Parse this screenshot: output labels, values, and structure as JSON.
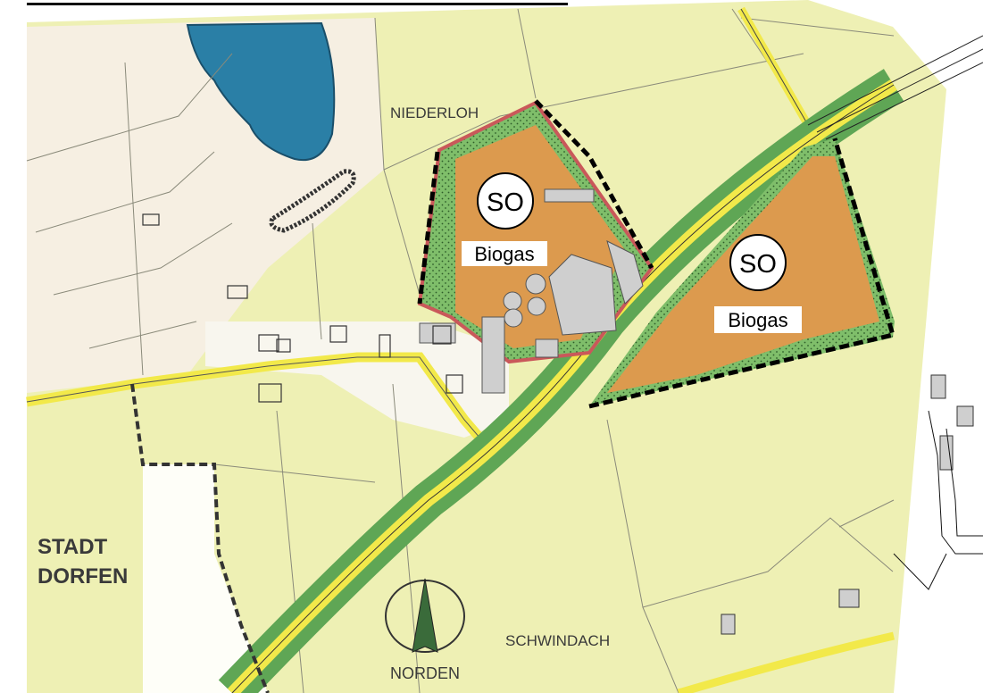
{
  "map": {
    "labels": {
      "niederloh": "NIEDERLOH",
      "stadt": "STADT",
      "dorfen": "DORFEN",
      "schwindach": "SCHWINDACH",
      "norden": "NORDEN"
    },
    "zones": [
      {
        "code": "SO",
        "use": "Biogas"
      },
      {
        "code": "SO",
        "use": "Biogas"
      }
    ],
    "colors": {
      "meadow": "#eef0b4",
      "zone_fill": "#dc9a4e",
      "green_buffer": "#7fbe6a",
      "road_yellow": "#f2e94a",
      "road_green": "#5fa655",
      "lake": "#2a7fa6",
      "building": "#cfcfcf",
      "boundary": "#000000",
      "zone_outline": "#c9585a"
    }
  }
}
